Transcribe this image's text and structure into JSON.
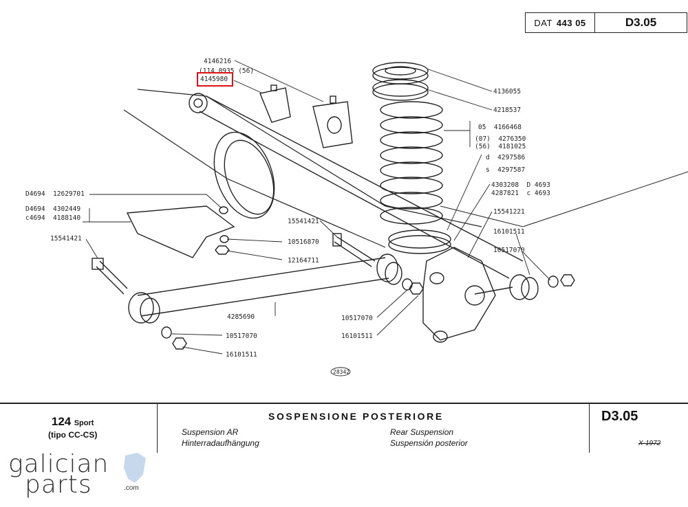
{
  "header": {
    "ref_label": "DAT",
    "ref_number": "443 05",
    "page_code": "D3.05"
  },
  "callouts": {
    "top_left_1": "4146216",
    "top_left_2": "(114 0935 (56)",
    "top_left_highlight": "4145980",
    "mount_1": "4136055",
    "mount_2": "4218537",
    "spring_05": "05  4166468",
    "spring_07": "(07)  4276350",
    "spring_56": "(56)  4181025",
    "spring_d": "d  4297586",
    "spring_s": "s  4297587",
    "seat_1": "4303208  D 4693",
    "seat_2": "4287821  c 4693",
    "bolt_right": "15541221",
    "bush_right": "16101511",
    "washer_right": "10517070",
    "bracket_a": "D4694  12629701",
    "bracket_b": "D4694  4302449",
    "bracket_c": "c4694  4188140",
    "bolt_mid": "15541421",
    "washer_mid": "10516870",
    "nut_mid": "12164711",
    "bolt_left": "15541421",
    "arm": "4285690",
    "washer_low": "10517070",
    "bush_low": "16101511",
    "washer_mid2": "10517070",
    "bush_mid2": "16101511",
    "drawing_no": "28342"
  },
  "footer": {
    "model": "124",
    "model_suffix": "Sport",
    "model_sub": "(tipo CC-CS)",
    "title": "SOSPENSIONE POSTERIORE",
    "it_line": "Suspension AR",
    "de_line": "Hinterradaufhängung",
    "en_line": "Rear Suspension",
    "es_line": "Suspensión posterior",
    "code": "D3.05",
    "date": "X-1972"
  },
  "logo": {
    "line1": "galician",
    "line2": "parts",
    "domain": ".com"
  }
}
